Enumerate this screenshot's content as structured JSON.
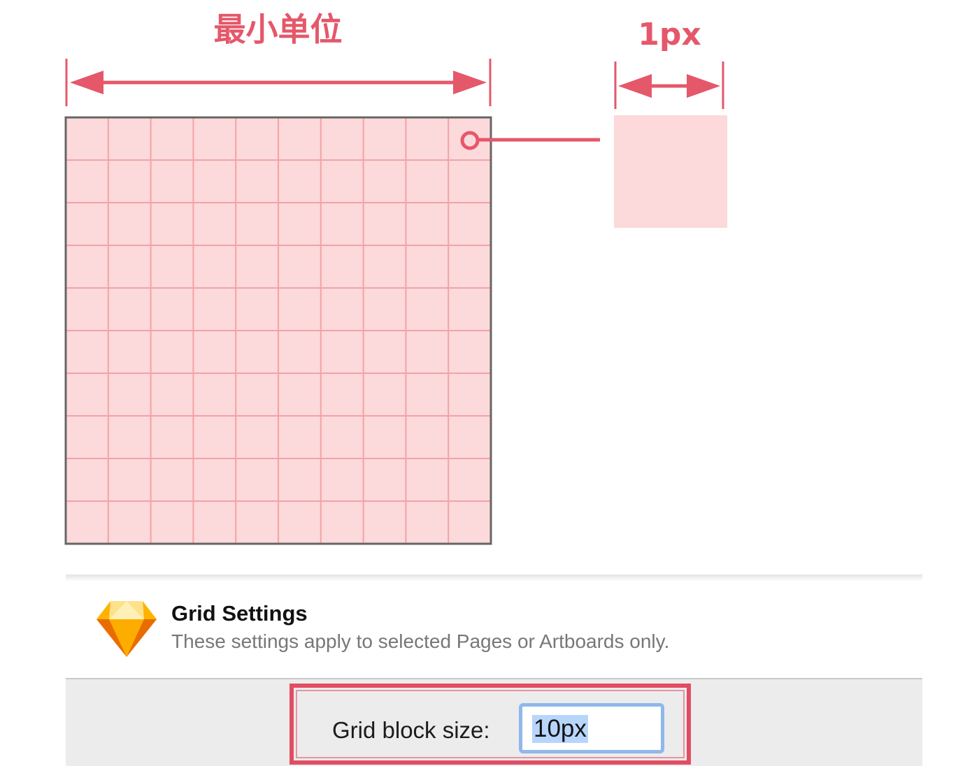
{
  "diagram": {
    "min_unit_label": "最小单位",
    "px_label": "1px",
    "grid_columns": 10,
    "grid_rows": 10,
    "colors": {
      "accent": "#e4586a",
      "cell_fill": "#fcd9da",
      "grid_line": "#f2a3a6",
      "border": "#666666"
    }
  },
  "dialog": {
    "icon": "sketch-diamond-icon",
    "title": "Grid Settings",
    "subtitle": "These settings apply to selected Pages or Artboards only.",
    "field_label": "Grid block size:",
    "field_value": "10px"
  }
}
